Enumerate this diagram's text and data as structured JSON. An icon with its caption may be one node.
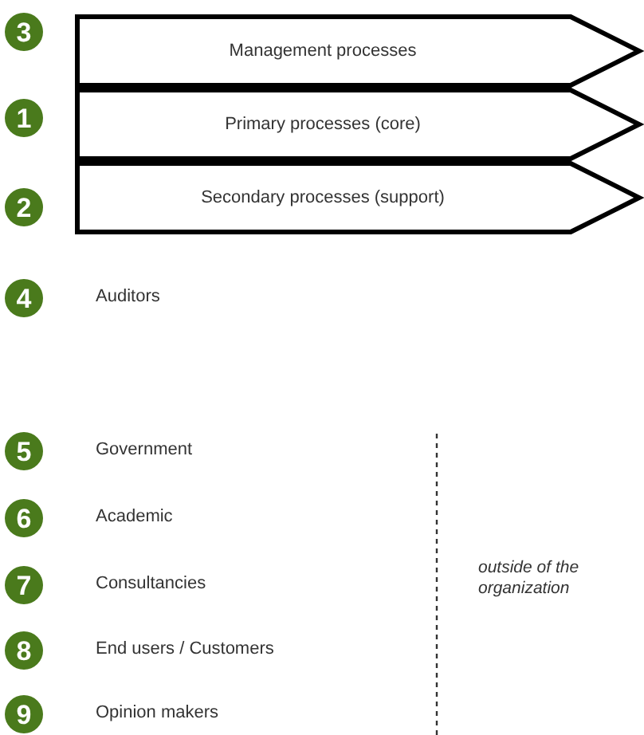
{
  "diagram": {
    "nodes": [
      {
        "text": [
          "3"
        ]
      },
      {
        "text": [
          "Management processes"
        ]
      },
      {
        "text": [
          "1"
        ]
      },
      {
        "text": [
          "Primary processes (core)"
        ]
      },
      {
        "text": [
          "2"
        ]
      },
      {
        "text": [
          "Secondary processes (support)"
        ]
      },
      {
        "text": [
          "4"
        ],
        "beside": [
          "Auditors"
        ]
      },
      {
        "text": [
          "5"
        ],
        "beside": [
          "Government"
        ]
      },
      {
        "text": [
          "6"
        ],
        "beside": [
          "Academic"
        ]
      },
      {
        "text": [
          "7"
        ],
        "beside": [
          "Consultancies"
        ]
      },
      {
        "text": [
          "8"
        ],
        "beside": [
          "End users / Customers"
        ]
      },
      {
        "text": [
          "9"
        ],
        "beside": [
          "Opinion makers"
        ]
      }
    ],
    "labels": [
      "outside of the organization"
    ]
  }
}
